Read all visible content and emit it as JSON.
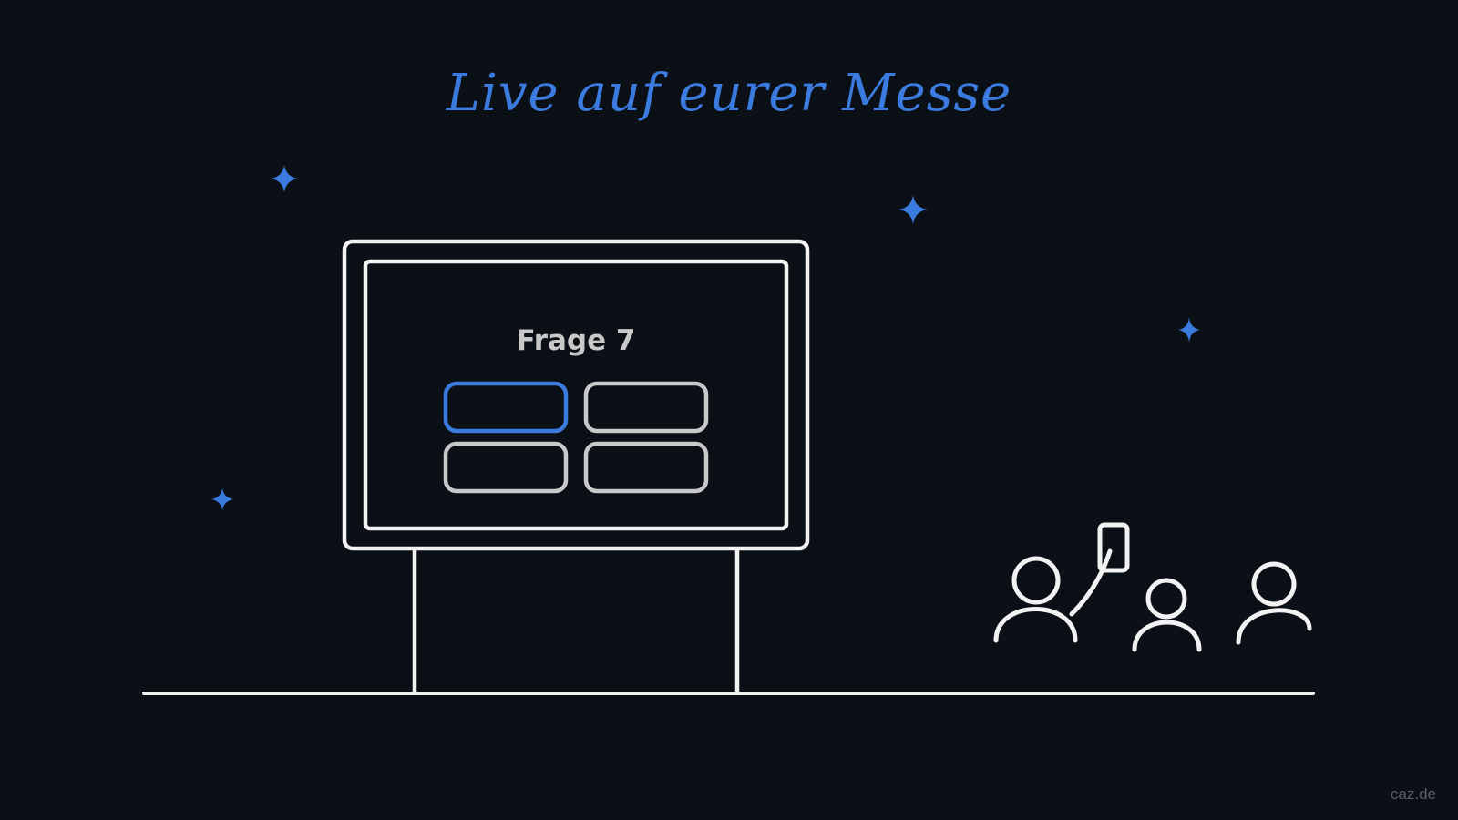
{
  "headline": "Live auf eurer Messe",
  "screen": {
    "question_label": "Frage 7",
    "answers": [
      {
        "selected": true
      },
      {
        "selected": false
      },
      {
        "selected": false
      },
      {
        "selected": false
      }
    ]
  },
  "watermark": "caz.de",
  "colors": {
    "background": "#0b1016",
    "accent": "#3b7be0",
    "line": "#f2f2f2",
    "muted": "#c9c9c9"
  },
  "icons": [
    "sparkle-icon",
    "display-icon",
    "person-icon",
    "phone-icon"
  ]
}
